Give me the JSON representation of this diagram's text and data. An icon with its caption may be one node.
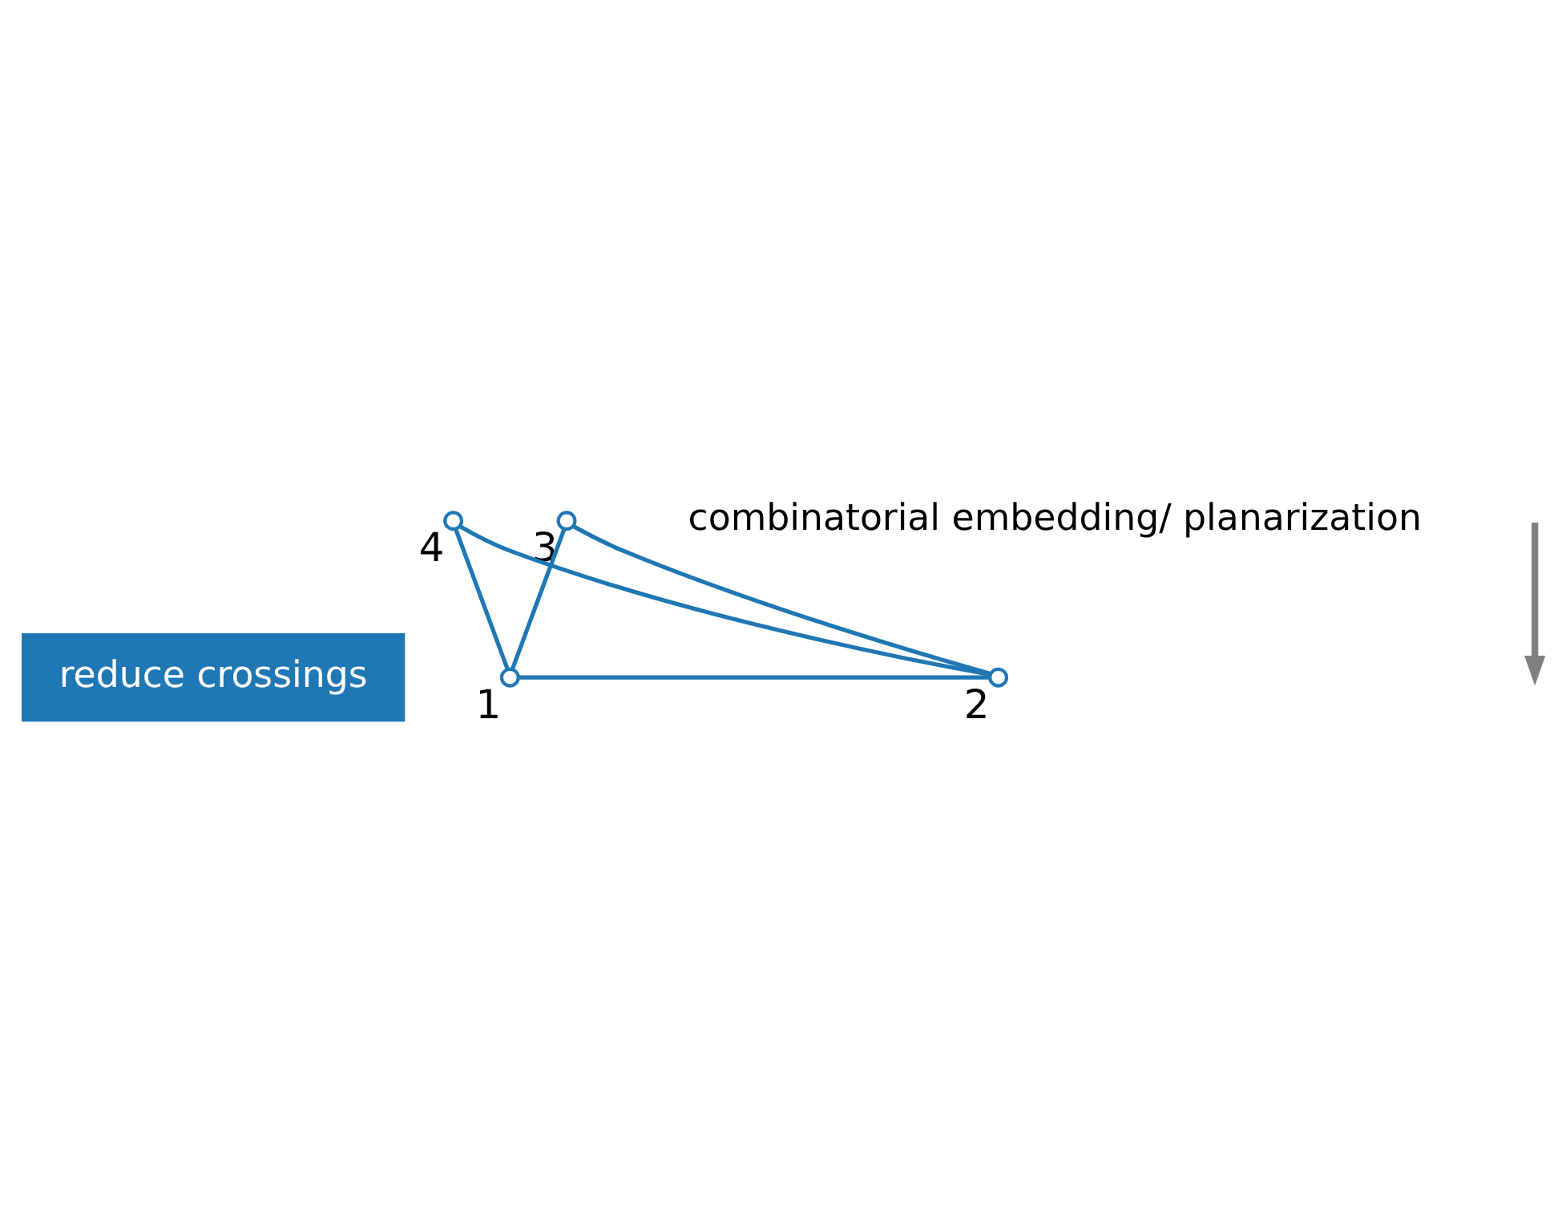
{
  "diagram": {
    "nodes": [
      {
        "text": [
          "reduce crossings"
        ]
      },
      {
        "text": [],
        "shape": "circle",
        "beside": [
          "1"
        ]
      },
      {
        "text": [],
        "shape": "circle",
        "beside": [
          "4"
        ]
      },
      {
        "text": [],
        "shape": "circle",
        "beside": [
          "3"
        ]
      },
      {
        "text": [],
        "shape": "circle",
        "beside": [
          "2"
        ]
      }
    ],
    "edges": [
      {
        "from": 1,
        "to": 2,
        "arrow": "none"
      },
      {
        "from": 2,
        "to": 4,
        "arrow": "none"
      },
      {
        "from": 1,
        "to": 3,
        "arrow": "none"
      },
      {
        "from": 3,
        "to": 4,
        "arrow": "none"
      },
      {
        "from": 1,
        "to": 4,
        "arrow": "none"
      }
    ],
    "labels": [
      "combinatorial embedding/ planarization"
    ]
  }
}
